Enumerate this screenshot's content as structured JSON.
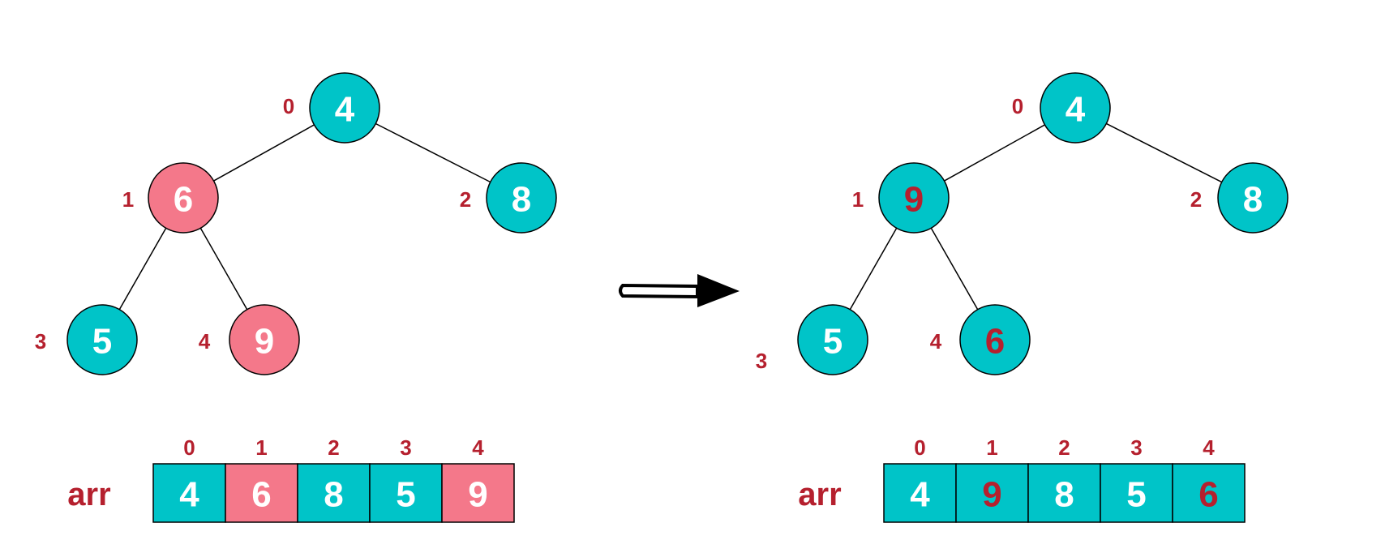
{
  "colors": {
    "teal": "#00c4c8",
    "pink": "#f4788a",
    "index_red": "#b5202e",
    "value_white": "#ffffff",
    "value_red": "#b5202e"
  },
  "left": {
    "nodes": [
      {
        "index": "0",
        "value": "4",
        "fill": "teal",
        "text": "white"
      },
      {
        "index": "1",
        "value": "6",
        "fill": "pink",
        "text": "white"
      },
      {
        "index": "2",
        "value": "8",
        "fill": "teal",
        "text": "white"
      },
      {
        "index": "3",
        "value": "5",
        "fill": "teal",
        "text": "white"
      },
      {
        "index": "4",
        "value": "9",
        "fill": "pink",
        "text": "white"
      }
    ],
    "array": {
      "label": "arr",
      "cells": [
        {
          "index": "0",
          "value": "4",
          "fill": "teal",
          "text": "white"
        },
        {
          "index": "1",
          "value": "6",
          "fill": "pink",
          "text": "white"
        },
        {
          "index": "2",
          "value": "8",
          "fill": "teal",
          "text": "white"
        },
        {
          "index": "3",
          "value": "5",
          "fill": "teal",
          "text": "white"
        },
        {
          "index": "4",
          "value": "9",
          "fill": "pink",
          "text": "white"
        }
      ]
    }
  },
  "right": {
    "nodes": [
      {
        "index": "0",
        "value": "4",
        "fill": "teal",
        "text": "white"
      },
      {
        "index": "1",
        "value": "9",
        "fill": "teal",
        "text": "red"
      },
      {
        "index": "2",
        "value": "8",
        "fill": "teal",
        "text": "white"
      },
      {
        "index": "3",
        "value": "5",
        "fill": "teal",
        "text": "white"
      },
      {
        "index": "4",
        "value": "6",
        "fill": "teal",
        "text": "red"
      }
    ],
    "array": {
      "label": "arr",
      "cells": [
        {
          "index": "0",
          "value": "4",
          "fill": "teal",
          "text": "white"
        },
        {
          "index": "1",
          "value": "9",
          "fill": "teal",
          "text": "red"
        },
        {
          "index": "2",
          "value": "8",
          "fill": "teal",
          "text": "white"
        },
        {
          "index": "3",
          "value": "5",
          "fill": "teal",
          "text": "white"
        },
        {
          "index": "4",
          "value": "6",
          "fill": "teal",
          "text": "red"
        }
      ]
    }
  },
  "arrow_icon": "hollow-shaft-arrow-right"
}
